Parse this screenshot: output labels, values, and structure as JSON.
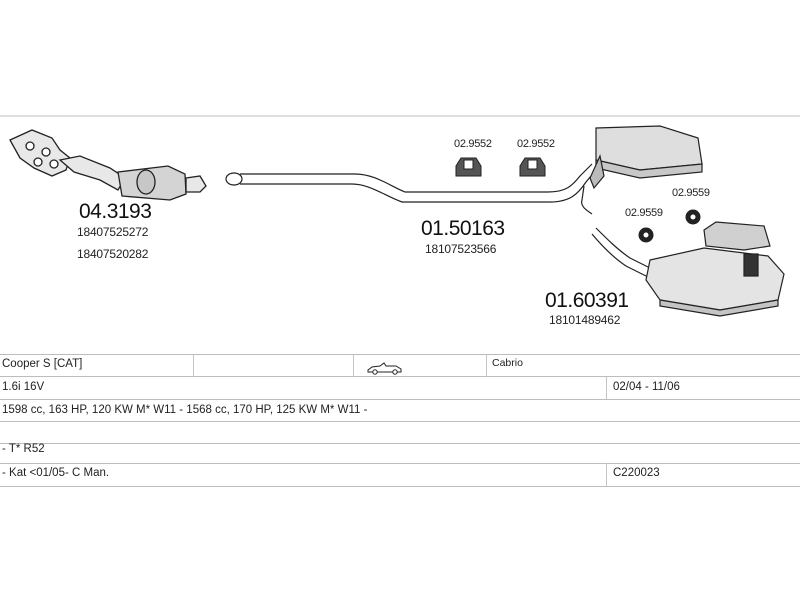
{
  "parts": {
    "manifold": {
      "code": "04.3193",
      "refs": [
        "18407525272",
        "18407520282"
      ]
    },
    "middle_pipe": {
      "code": "01.50163",
      "ref": "18107523566"
    },
    "rear_silencer": {
      "code": "01.60391",
      "ref": "18101489462"
    },
    "hanger_a": "02.9552",
    "hanger_b": "02.9552",
    "ring_a": "02.9559",
    "ring_b": "02.9559"
  },
  "table": {
    "model": "Cooper S  [CAT]",
    "body": "Cabrio",
    "engine": "1.6i 16V",
    "period": "02/04 - 11/06",
    "specs": "1598 cc, 163 HP, 120 KW M* W11 - 1568 cc, 170 HP, 125 KW M* W11 -",
    "type": "- T* R52",
    "notes": "- Kat <01/05- C Man.",
    "ref_code": "C220023"
  }
}
